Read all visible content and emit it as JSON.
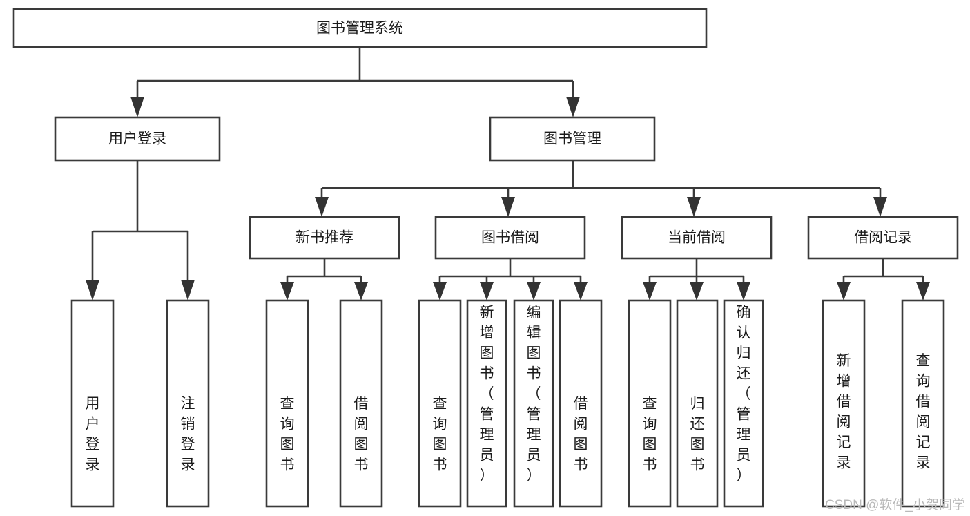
{
  "diagram": {
    "title": "图书管理系统",
    "type": "tree-hierarchy",
    "watermark": "CSDN @软件_小贺同学",
    "colors": {
      "box_fill": "#ffffff",
      "box_stroke": "#3a3a3a",
      "connector": "#3a3a3a",
      "text": "#1b1b1b",
      "watermark": "#b9b9b9",
      "background": "#ffffff"
    },
    "levels": {
      "root": {
        "label": "图书管理系统"
      },
      "level2": [
        {
          "label": "用户登录"
        },
        {
          "label": "图书管理"
        }
      ],
      "level3": [
        {
          "label": "新书推荐"
        },
        {
          "label": "图书借阅"
        },
        {
          "label": "当前借阅"
        },
        {
          "label": "借阅记录"
        }
      ],
      "leaves": [
        {
          "label": "用户登录",
          "parent": "用户登录"
        },
        {
          "label": "注销登录",
          "parent": "用户登录"
        },
        {
          "label": "查询图书",
          "parent": "新书推荐"
        },
        {
          "label": "借阅图书",
          "parent": "新书推荐"
        },
        {
          "label": "查询图书",
          "parent": "图书借阅"
        },
        {
          "label": "新增图书（管理员）",
          "parent": "图书借阅"
        },
        {
          "label": "编辑图书（管理员）",
          "parent": "图书借阅"
        },
        {
          "label": "借阅图书",
          "parent": "图书借阅"
        },
        {
          "label": "查询图书",
          "parent": "当前借阅"
        },
        {
          "label": "归还图书",
          "parent": "当前借阅"
        },
        {
          "label": "确认归还（管理员）",
          "parent": "当前借阅"
        },
        {
          "label": "新增借阅记录",
          "parent": "借阅记录"
        },
        {
          "label": "查询借阅记录",
          "parent": "借阅记录"
        }
      ]
    }
  }
}
